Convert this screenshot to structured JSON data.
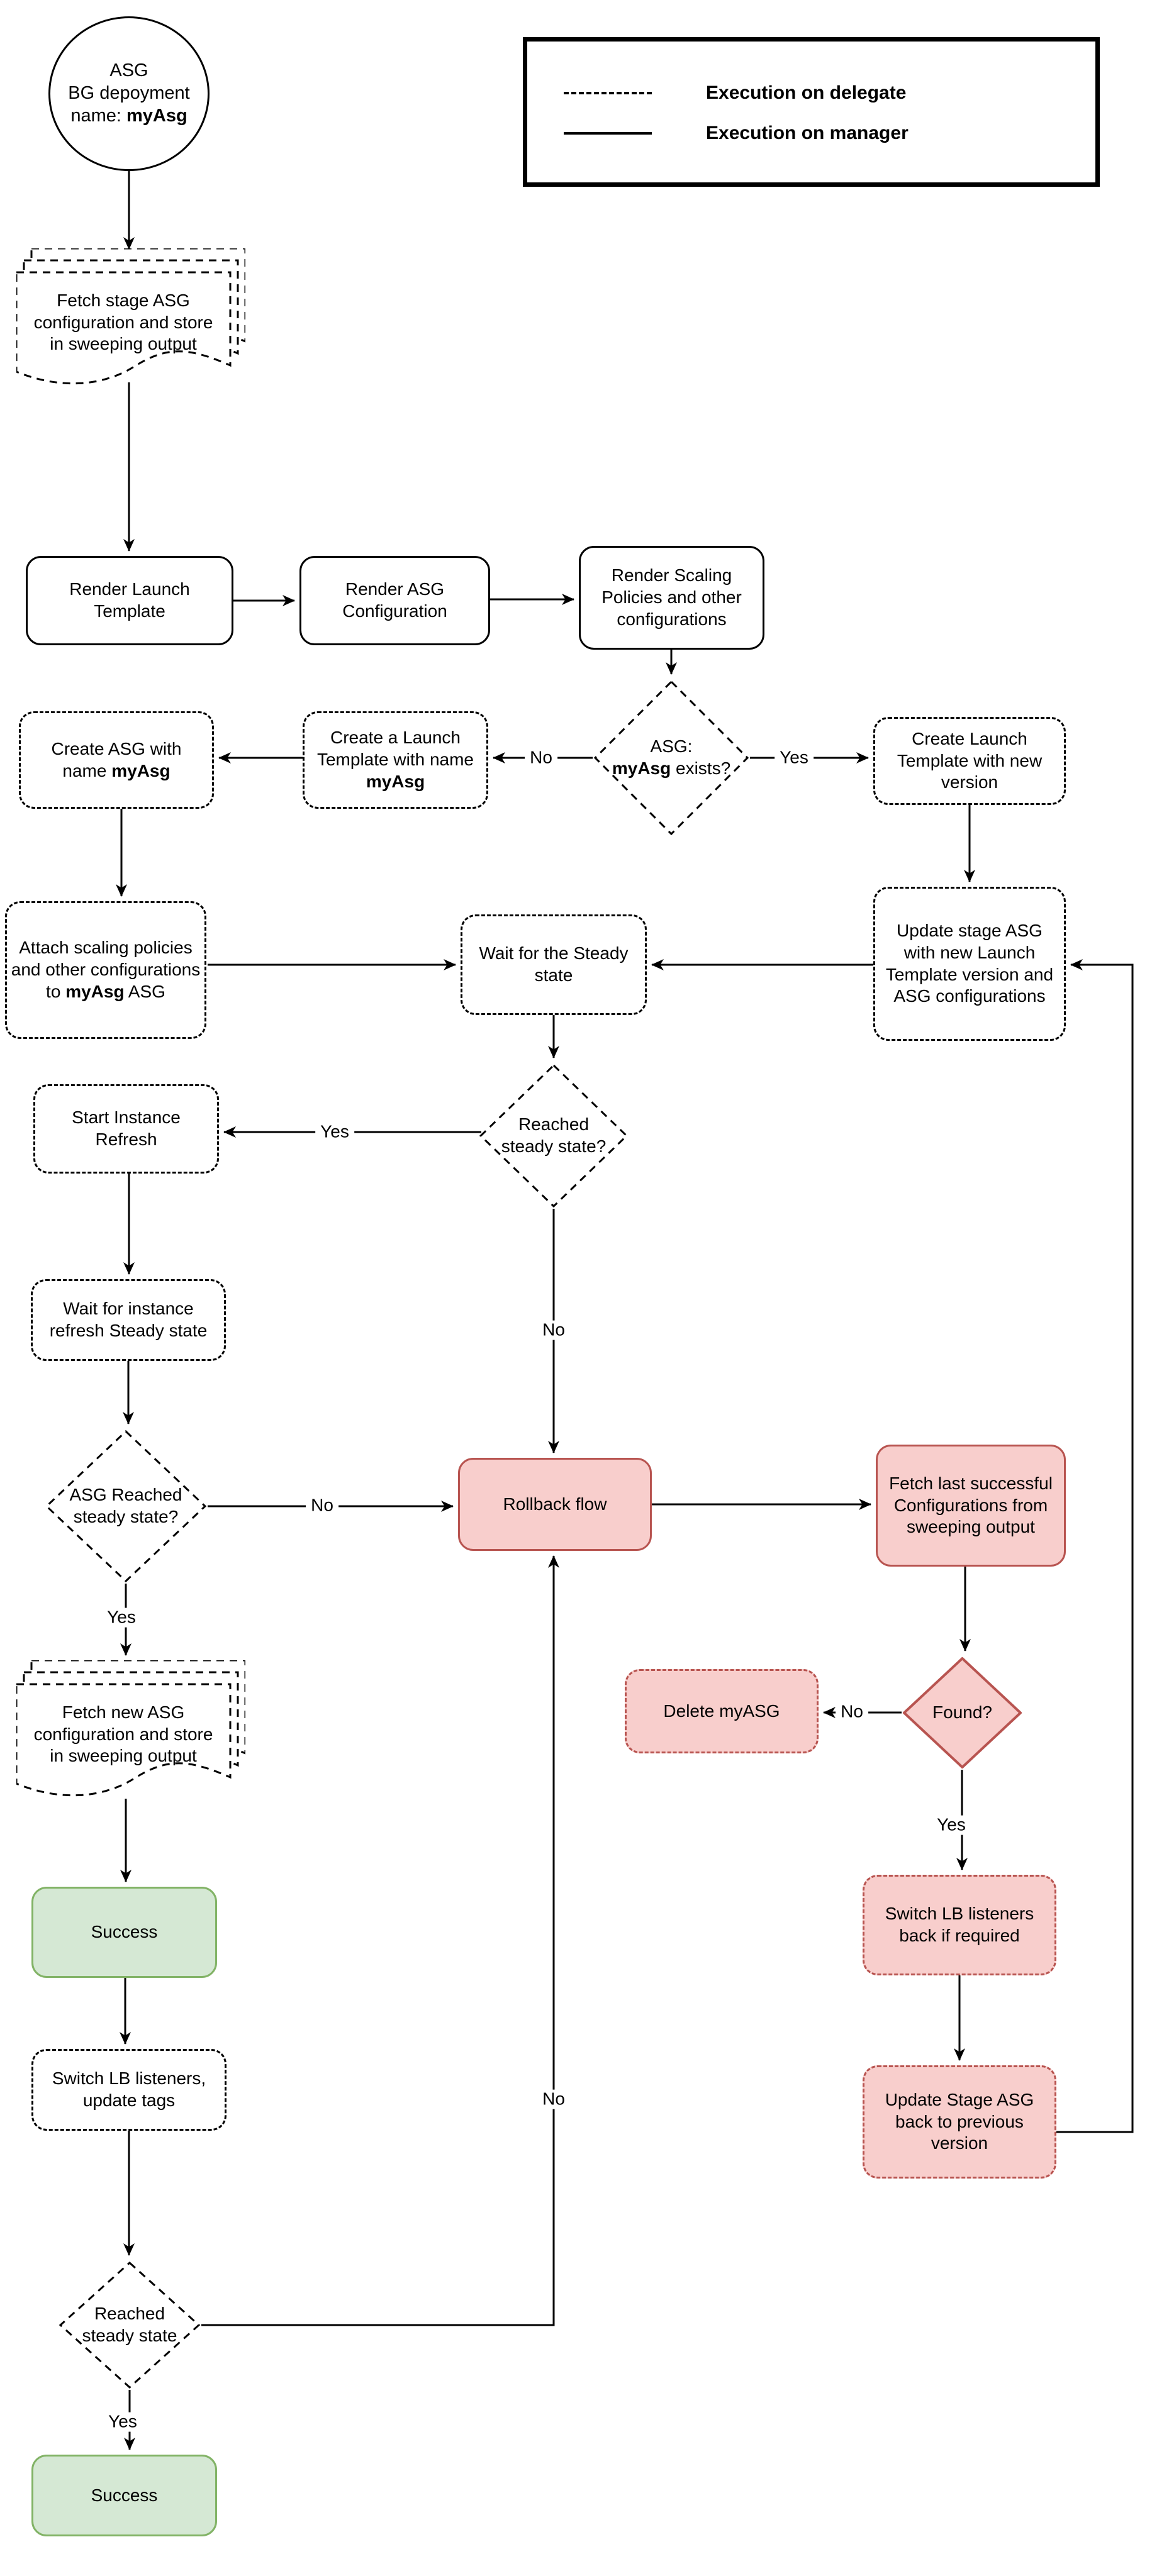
{
  "legend": {
    "delegate_label": "Execution on delegate",
    "manager_label": "Execution on manager"
  },
  "colors": {
    "danger_fill": "#f8cecc",
    "danger_border": "#b85450",
    "success_fill": "#d5e8d4",
    "success_border": "#82b366",
    "line": "#000000"
  },
  "nodes": {
    "start": {
      "line1": "ASG",
      "line2": "BG depoyment",
      "line3_prefix": "name: ",
      "line3_bold": "myAsg"
    },
    "fetch_stage_doc": {
      "text": "Fetch stage ASG configuration and store in sweeping output"
    },
    "render_launch_template": {
      "text": "Render Launch Template"
    },
    "render_asg_configuration": {
      "text": "Render ASG Configuration"
    },
    "render_scaling_policies": {
      "text": "Render Scaling Policies and other configurations"
    },
    "asg_exists_decision": {
      "line1": "ASG:",
      "bold": "myAsg",
      "suffix": " exists?"
    },
    "create_launch_template_named": {
      "prefix": "Create a Launch Template with name ",
      "bold": "myAsg"
    },
    "create_asg_named": {
      "prefix": "Create ASG with name ",
      "bold": "myAsg"
    },
    "create_launch_template_new_version": {
      "text": "Create Launch Template with new version"
    },
    "attach_scaling_policies": {
      "prefix": "Attach scaling policies and other configurations to ",
      "bold": "myAsg",
      "suffix": " ASG"
    },
    "wait_steady_state": {
      "text": "Wait for the Steady state"
    },
    "update_stage_asg": {
      "text": "Update stage ASG with new Launch Template version and ASG configurations"
    },
    "reached_steady_decision": {
      "text": "Reached steady state?"
    },
    "start_instance_refresh": {
      "text": "Start Instance Refresh"
    },
    "wait_instance_refresh": {
      "text": "Wait for instance refresh Steady state"
    },
    "asg_reached_steady_decision": {
      "text": "ASG Reached steady state?"
    },
    "rollback_flow": {
      "text": "Rollback flow"
    },
    "fetch_last_successful": {
      "text": "Fetch last successful Configurations from sweeping output"
    },
    "found_decision": {
      "text": "Found?"
    },
    "delete_myasg": {
      "text": "Delete myASG"
    },
    "fetch_new_doc": {
      "text": "Fetch new ASG configuration and store in sweeping output"
    },
    "success_deploy": {
      "text": "Success"
    },
    "switch_lb_back": {
      "text": "Switch LB listeners back if required"
    },
    "switch_lb_update_tags": {
      "text": "Switch LB listeners, update tags"
    },
    "update_stage_back": {
      "text": "Update Stage ASG back to previous version"
    },
    "reached_steady_final_decision": {
      "text": "Reached steady state"
    },
    "success_final": {
      "text": "Success"
    }
  },
  "edge_labels": {
    "asg_exists_no": "No",
    "asg_exists_yes": "Yes",
    "reached_steady_yes": "Yes",
    "reached_steady_no": "No",
    "asg_reached_no": "No",
    "asg_reached_yes": "Yes",
    "found_no": "No",
    "found_yes": "Yes",
    "final_steady_yes": "Yes",
    "final_steady_no": "No"
  }
}
